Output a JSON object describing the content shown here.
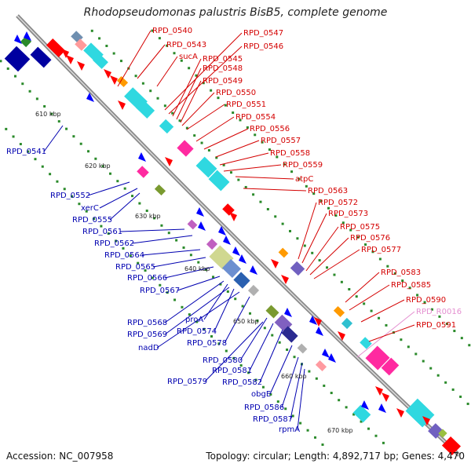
{
  "title": "Rhodopseudomonas palustris BisB5, complete genome",
  "footer": {
    "accession": "Accession: NC_007958",
    "summary": "Topology: circular; Length: 4,892,717 bp; Genes: 4,470"
  },
  "colors": {
    "forward_label": "#d40000",
    "reverse_label": "#0000b0",
    "rna_label": "#e48fd0",
    "backbone": "#8a8a8a",
    "cds_forward": "#ff0000",
    "cds_reverse": "#0000ff",
    "tick_dot": "#2a8a2a"
  },
  "ticks": [
    "610 kbp",
    "620 kbp",
    "630 kbp",
    "640 kbp",
    "650 kbp",
    "660 kbp",
    "670 kbp"
  ],
  "forward_labels": [
    "RPD_0540",
    "RPD_0543",
    "sucA",
    "RPD_0547",
    "RPD_0546",
    "RPD_0545",
    "RPD_0548",
    "RPD_0549",
    "RPD_0550",
    "RPD_0551",
    "RPD_0554",
    "RPD_0556",
    "RPD_0557",
    "RPD_0558",
    "RPD_0559",
    "atpC",
    "RPD_0563",
    "RPD_0572",
    "RPD_0573",
    "RPD_0575",
    "RPD_0576",
    "RPD_0577",
    "RPD_0583",
    "RPD_0585",
    "RPD_0590",
    "RPD_R0016",
    "RPD_0591"
  ],
  "reverse_labels": [
    "RPD_0541",
    "RPD_0552",
    "xerC",
    "RPD_0555",
    "RPD_0561",
    "RPD_0562",
    "RPD_0564",
    "RPD_0565",
    "RPD_0566",
    "RPD_0567",
    "RPD_0568",
    "proA",
    "RPD_0574",
    "RPD_0569",
    "RPD_0578",
    "nadD",
    "RPD_0580",
    "RPD_0581",
    "RPD_0579",
    "RPD_0582",
    "obgE",
    "RPD_0586",
    "RPD_0587",
    "rpmA"
  ]
}
